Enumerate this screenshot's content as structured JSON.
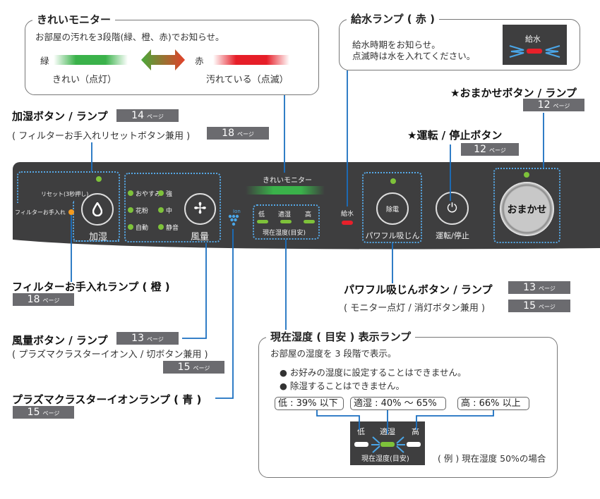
{
  "kirei_monitor": {
    "title": "きれいモニター",
    "desc": "お部屋の汚れを3段階(緑、橙、赤)でお知らせ。",
    "green": "緑",
    "red": "赤",
    "clean": "きれい（点灯）",
    "dirty": "汚れている（点滅）"
  },
  "water_lamp": {
    "title": "給水ランプ ( 赤 )",
    "line1": "給水時期をお知らせ。",
    "line2": "点滅時は水を入れてください。",
    "panel_label": "給水"
  },
  "humidify_label": {
    "title": "加湿ボタン / ランプ",
    "page": "14",
    "sub": "( フィルターお手入れリセットボタン兼用 )",
    "sub_page": "18"
  },
  "omakase_label": {
    "title": "★おまかせボタン / ランプ",
    "page": "12"
  },
  "power_label": {
    "title": "★運転 / 停止ボタン",
    "page": "12"
  },
  "page_unit": "ページ",
  "panel": {
    "reset": "リセット(3秒押し)",
    "filter": "フィルターお手入れ",
    "humidify": "加湿",
    "fan_modes": [
      "おやすみ",
      "花粉",
      "自動"
    ],
    "fan_levels": [
      "強",
      "中",
      "静音"
    ],
    "fan": "風量",
    "ion": "Ion",
    "monitor": "きれいモニター",
    "hum_levels": [
      "低",
      "適湿",
      "高"
    ],
    "hum_caption": "現在湿度(目安)",
    "water": "給水",
    "jodan": "除電",
    "powerful": "パワフル吸じん",
    "power": "運転/停止",
    "omakase": "おまかせ"
  },
  "filter_lamp": {
    "title": "フィルターお手入れランプ ( 橙 )",
    "page": "18"
  },
  "fan_label": {
    "title": "風量ボタン / ランプ",
    "page": "13",
    "sub": "( プラズマクラスターイオン入 / 切ボタン兼用 )",
    "sub_page": "15"
  },
  "ion_label": {
    "title": "プラズマクラスターイオンランプ ( 青 )",
    "page": "15"
  },
  "powerful_label": {
    "title": "パワフル吸じんボタン / ランプ",
    "page": "13",
    "sub": "( モニター点灯 / 消灯ボタン兼用 )",
    "sub_page": "15"
  },
  "humidity_lamp": {
    "title": "現在湿度 ( 目安 ) 表示ランプ",
    "desc": "お部屋の湿度を 3 段階で表示。",
    "bullets": [
      "お好みの湿度に設定することはできません。",
      "除湿することはできません。"
    ],
    "ranges": [
      "低 : 39% 以下",
      "適湿 : 40% ～ 65%",
      "高 : 66% 以上"
    ],
    "example": "( 例 ) 現在湿度 50%の場合"
  },
  "colors": {
    "accent_line": "#1a6fc0",
    "lamp_green": "#7ec23a",
    "lamp_red": "#e8202a",
    "lamp_orange": "#f39a1e",
    "panel": "#3e3e3f"
  }
}
